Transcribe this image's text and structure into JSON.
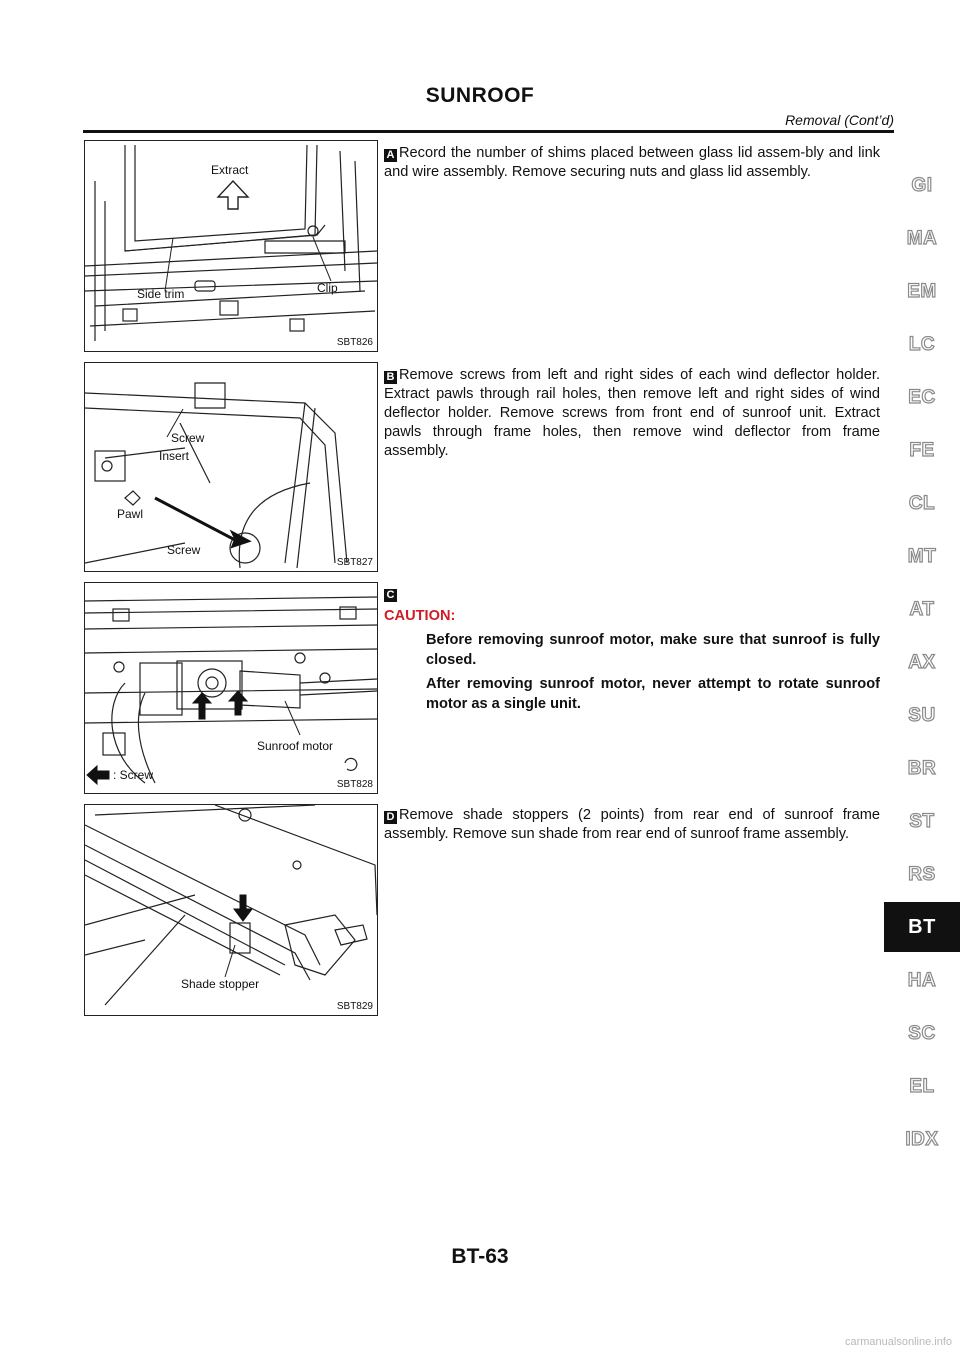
{
  "header": {
    "title": "SUNROOF",
    "subtitle": "Removal (Cont’d)"
  },
  "figures": [
    {
      "code": "SBT826",
      "labels": {
        "extract": "Extract",
        "side_trim": "Side trim",
        "clip": "Clip"
      }
    },
    {
      "code": "SBT827",
      "labels": {
        "screw_top": "Screw",
        "insert": "Insert",
        "pawl": "Pawl",
        "screw_bottom": "Screw"
      }
    },
    {
      "code": "SBT828",
      "labels": {
        "sunroof_motor": "Sunroof motor",
        "legend_screw": ": Screw"
      }
    },
    {
      "code": "SBT829",
      "labels": {
        "shade_stopper": "Shade stopper"
      }
    }
  ],
  "steps": [
    {
      "letter": "A",
      "text": "Record the number of shims placed between glass lid assem-bly and link and wire assembly. Remove securing nuts and glass lid assembly."
    },
    {
      "letter": "B",
      "text": "Remove screws from left and right sides of each wind deflector holder. Extract pawls through rail holes, then remove left and right sides of wind deflector holder. Remove screws from front end of sunroof unit. Extract pawls through frame holes, then remove wind deflector from frame assembly."
    },
    {
      "letter": "C",
      "caution_label": "CAUTION:",
      "caution_items": [
        "Before removing sunroof motor, make sure that sunroof is fully closed.",
        "After removing sunroof motor, never attempt to rotate sunroof motor as a single unit."
      ]
    },
    {
      "letter": "D",
      "text": "Remove shade stoppers (2 points) from rear end of sunroof frame assembly. Remove sun shade from rear end of sunroof frame assembly."
    }
  ],
  "sidebar": {
    "tabs": [
      "GI",
      "MA",
      "EM",
      "LC",
      "EC",
      "FE",
      "CL",
      "MT",
      "AT",
      "AX",
      "SU",
      "BR",
      "ST",
      "RS",
      "BT",
      "HA",
      "SC",
      "EL",
      "IDX"
    ],
    "active": "BT"
  },
  "page_number": "BT-63",
  "watermark": "carmanualsonline.info"
}
